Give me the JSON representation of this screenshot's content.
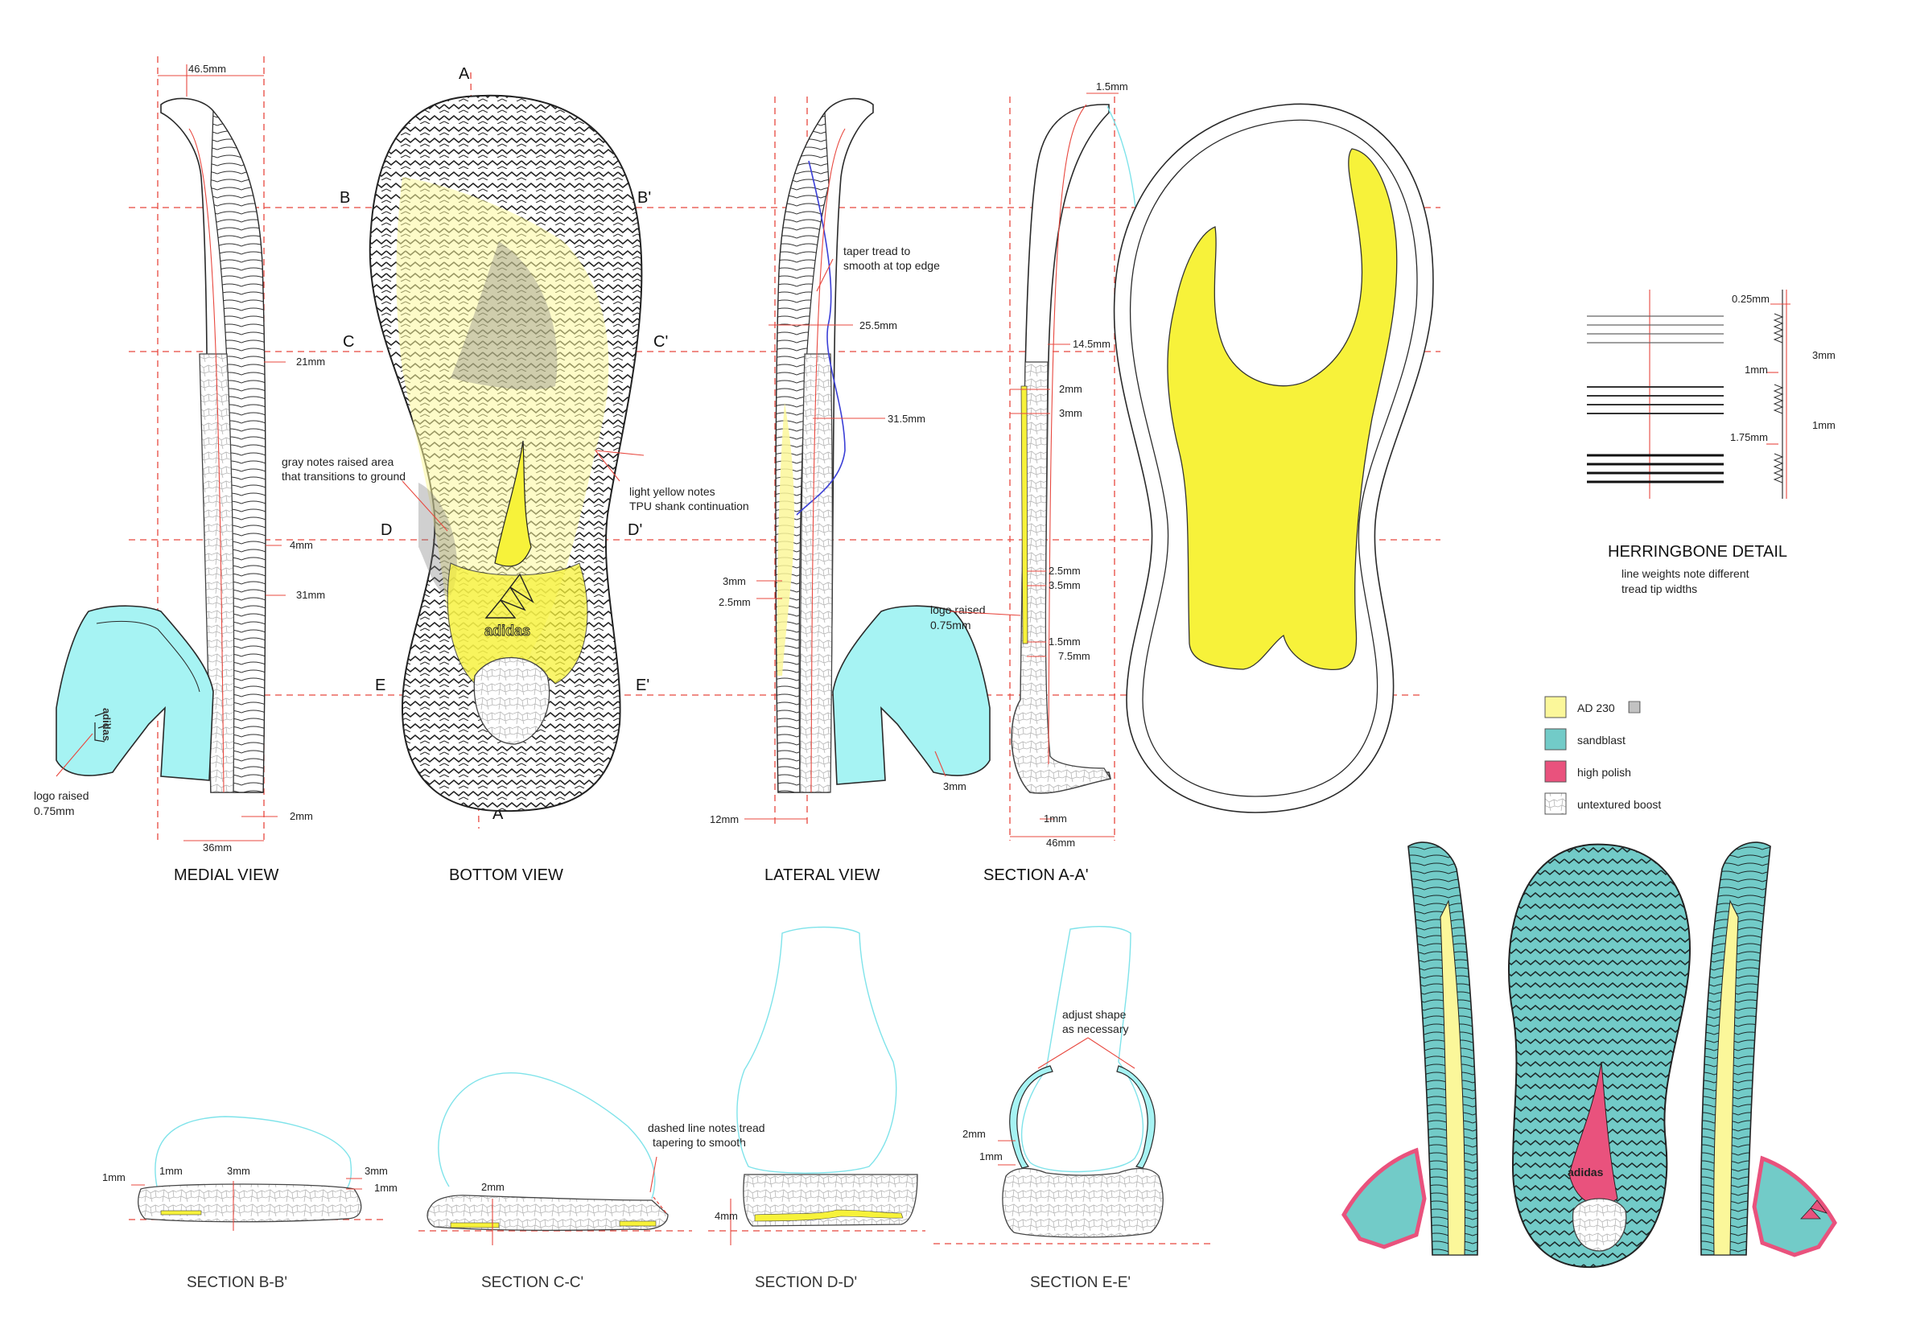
{
  "views": {
    "medial": "MEDIAL VIEW",
    "bottom": "BOTTOM VIEW",
    "lateral": "LATERAL VIEW",
    "section_aa": "SECTION A-A'",
    "section_bb": "SECTION B-B'",
    "section_cc": "SECTION C-C'",
    "section_dd": "SECTION D-D'",
    "section_ee": "SECTION E-E'"
  },
  "cut_labels": {
    "a": "A",
    "a_prime": "A'",
    "b": "B",
    "b_prime": "B'",
    "c": "C",
    "c_prime": "C'",
    "d": "D",
    "d_prime": "D'",
    "e": "E",
    "e_prime": "E'"
  },
  "medial_dims": {
    "top_width": "46.5mm",
    "d21": "21mm",
    "d4": "4mm",
    "d31": "31mm",
    "d2": "2mm",
    "d36": "36mm"
  },
  "medial_notes": {
    "logo_line1": "logo raised",
    "logo_line2": "0.75mm"
  },
  "bottom_notes": {
    "gray_line1": "gray notes raised area",
    "gray_line2": "that transitions to ground",
    "yellow_line1": "light yellow notes",
    "yellow_line2": "TPU shank continuation",
    "brand": "adidas"
  },
  "lateral_notes": {
    "taper_line1": "taper tread to",
    "taper_line2": "smooth at top edge",
    "d25_5": "25.5mm",
    "d31_5": "31.5mm",
    "d3": "3mm",
    "d2_5": "2.5mm",
    "logo_line1": "logo raised",
    "logo_line2": "0.75mm",
    "d3b": "3mm",
    "d12": "12mm"
  },
  "section_aa_dims": {
    "d1_5_top": "1.5mm",
    "d14_5": "14.5mm",
    "d2": "2mm",
    "d3": "3mm",
    "d2_5": "2.5mm",
    "d3_5": "3.5mm",
    "d1_5": "1.5mm",
    "d7_5": "7.5mm",
    "d1": "1mm",
    "d46": "46mm"
  },
  "herringbone": {
    "title": "HERRINGBONE DETAIL",
    "note_line1": "line weights note different",
    "note_line2": "tread tip widths",
    "d0_25": "0.25mm",
    "d3": "3mm",
    "d1a": "1mm",
    "d1b": "1mm",
    "d1_75": "1.75mm"
  },
  "legend": [
    {
      "label": "AD 230",
      "color": "#fbf79a"
    },
    {
      "label": "sandblast",
      "color": "#72cbc8"
    },
    {
      "label": "high polish",
      "color": "#e9527d"
    },
    {
      "label": "untextured boost",
      "color": "#ffffff"
    }
  ],
  "section_bb_dims": {
    "d1_left": "1mm",
    "d1": "1mm",
    "d3": "3mm",
    "d3_right": "3mm",
    "d1_right": "1mm"
  },
  "section_cc": {
    "d2": "2mm",
    "note_line1": "dashed line notes tread",
    "note_line2": "tapering to smooth"
  },
  "section_dd": {
    "d4": "4mm"
  },
  "section_ee": {
    "note_line1": "adjust shape",
    "note_line2": "as necessary",
    "d2": "2mm",
    "d1": "1mm"
  },
  "colors": {
    "yellow": "#fbf79a",
    "yellow_strong": "#f7f23a",
    "cyan": "#a6f3f3",
    "teal": "#72cbc8",
    "pink": "#e9527d",
    "red_line": "#e8483f",
    "blue_line": "#3b3fd6"
  }
}
